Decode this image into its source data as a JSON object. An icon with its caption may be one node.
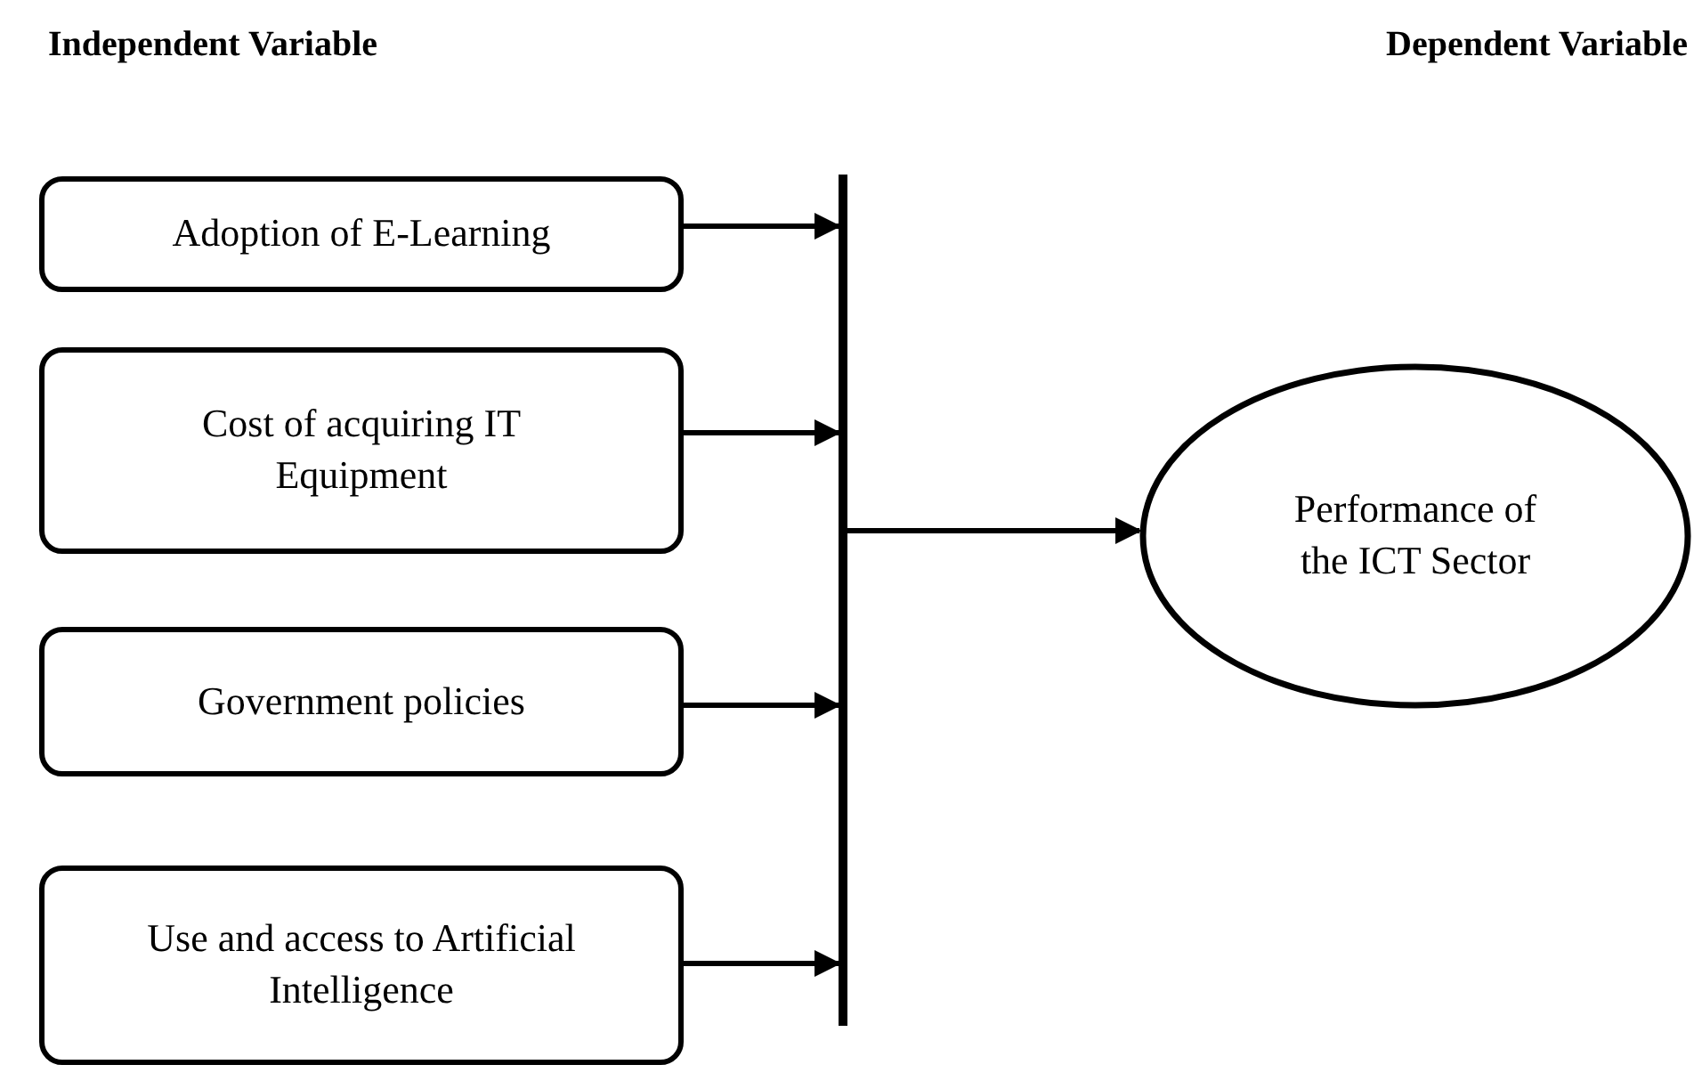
{
  "diagram": {
    "nodes": [
      {
        "text": [
          "Adoption of E-Learning"
        ]
      },
      {
        "text": [
          "Cost of acquiring IT Equipment"
        ]
      },
      {
        "text": [
          "Government policies"
        ]
      },
      {
        "text": [
          "Use and access to Artificial Intelligence"
        ]
      },
      {
        "text": [],
        "shape": "bar"
      },
      {
        "text": [
          "Performance of the ICT Sector"
        ]
      }
    ],
    "edges": [
      {
        "from": 0,
        "to": 4,
        "arrow": "to"
      },
      {
        "from": 1,
        "to": 4,
        "arrow": "to"
      },
      {
        "from": 2,
        "to": 4,
        "arrow": "to"
      },
      {
        "from": 3,
        "to": 4,
        "arrow": "to"
      },
      {
        "from": 4,
        "to": 5,
        "arrow": "to"
      }
    ],
    "labels": [
      "Independent Variable",
      "Dependent Variable"
    ]
  }
}
